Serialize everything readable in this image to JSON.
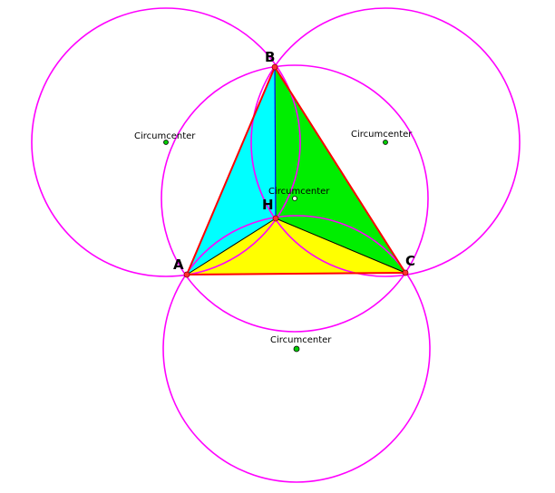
{
  "points": {
    "A": "A",
    "B": "B",
    "C": "C",
    "H": "H"
  },
  "circumcenter_label": "Circumcenter",
  "colors": {
    "circle": "#ff00ff",
    "triangle": "#ff0000",
    "abh": "#00ffff",
    "bch": "#00ee00",
    "ach": "#ffff00",
    "altitude": "#0000ff",
    "center": "#00cc00"
  }
}
